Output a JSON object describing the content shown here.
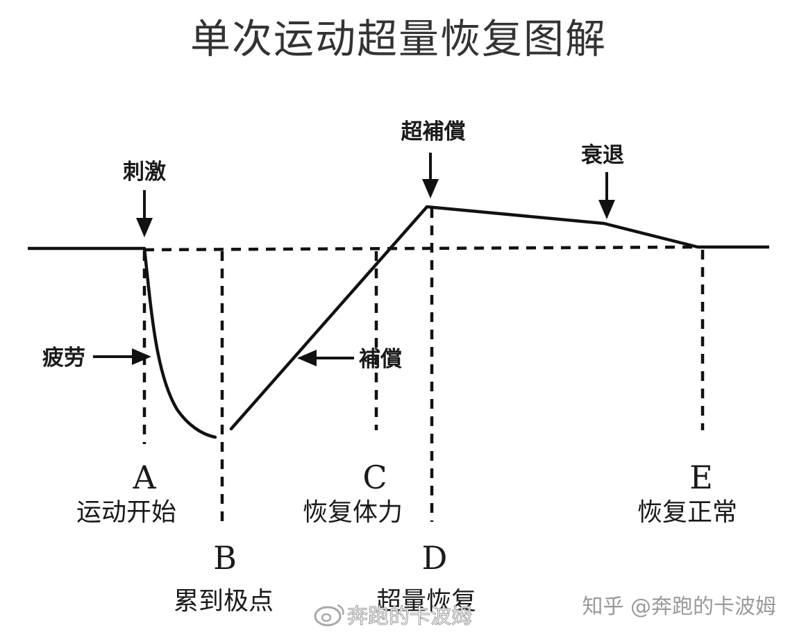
{
  "title": "单次运动超量恢复图解",
  "stage_labels": {
    "stimulus": "刺激",
    "fatigue": "疲劳",
    "compensation": "補償",
    "supercompensation": "超補償",
    "decline": "衰退"
  },
  "points": [
    {
      "letter": "A",
      "label": "运动开始"
    },
    {
      "letter": "B",
      "label": "累到极点"
    },
    {
      "letter": "C",
      "label": "恢复体力"
    },
    {
      "letter": "D",
      "label": "超量恢复"
    },
    {
      "letter": "E",
      "label": "恢复正常"
    }
  ],
  "watermarks": {
    "zhihu": "知乎 @奔跑的卡波姆",
    "weibo": "奔跑的卡波姆"
  }
}
